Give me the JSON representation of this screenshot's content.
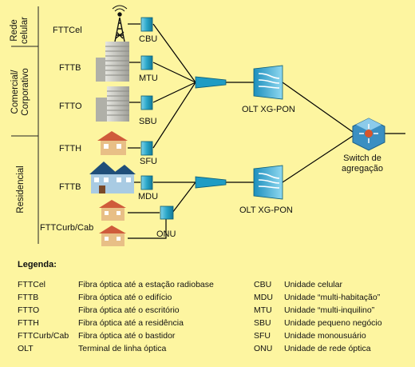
{
  "groups": {
    "cellular": "Rede\ncelular",
    "business": "Comercial/\nCorporativo",
    "residential": "Residencial"
  },
  "access_labels": {
    "fttcel": "FTTCel",
    "fttb_business": "FTTB",
    "ftto": "FTTO",
    "ftth": "FTTH",
    "fttb_residential": "FTTB",
    "fttcurb": "FTTCurb/Cab"
  },
  "unit_labels": {
    "cbu": "CBU",
    "mtu": "MTU",
    "sbu": "SBU",
    "sfu": "SFU",
    "mdu": "MDU",
    "onu": "ONU"
  },
  "network_labels": {
    "olt_top": "OLT XG-PON",
    "olt_bottom": "OLT XG-PON",
    "switch": "Switch de\nagregação"
  },
  "legend": {
    "title": "Legenda:",
    "left": [
      {
        "abbr": "FTTCel",
        "desc": "Fibra óptica até a estação radiobase"
      },
      {
        "abbr": "FTTB",
        "desc": "Fibra óptica até o edifício"
      },
      {
        "abbr": "FTTO",
        "desc": "Fibra óptica até o escritório"
      },
      {
        "abbr": "FTTH",
        "desc": "Fibra óptica até a residência"
      },
      {
        "abbr": "FTTCurb/Cab",
        "desc": "Fibra óptica até o bastidor"
      },
      {
        "abbr": "OLT",
        "desc": "Terminal de linha óptica"
      }
    ],
    "right": [
      {
        "abbr": "CBU",
        "desc": "Unidade celular"
      },
      {
        "abbr": "MDU",
        "desc": "Unidade “multi-habitação”"
      },
      {
        "abbr": "MTU",
        "desc": "Unidade “multi-inquilino”"
      },
      {
        "abbr": "SBU",
        "desc": "Unidade pequeno negócio"
      },
      {
        "abbr": "SFU",
        "desc": "Unidade monousuário"
      },
      {
        "abbr": "ONU",
        "desc": "Unidade de rede óptica"
      }
    ]
  },
  "colors": {
    "background": "#fdf5a0",
    "fiber": "#000000",
    "unit_fill": "#2aa6c8",
    "splitter_fill": "#1e9cc4",
    "olt_fill": "#3bb0d8",
    "switch_fill": "#4fa9d6",
    "switch_center": "#d9542b",
    "house_wall": "#e8bf86",
    "house_roof": "#cf5b3b",
    "building": "#c9c9c2"
  },
  "icons": [
    "cell-tower-icon",
    "building-icon",
    "house-icon",
    "mdu-building-icon",
    "splitter-icon",
    "olt-icon",
    "switch-icon"
  ]
}
